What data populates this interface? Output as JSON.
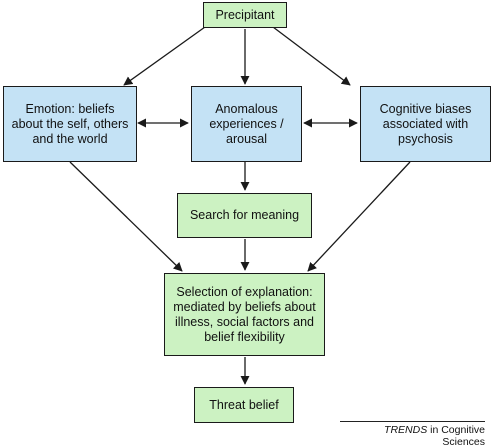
{
  "colors": {
    "green_box": "#ccf2c2",
    "blue_box": "#c4e2f5",
    "line": "#1a1a1a"
  },
  "nodes": {
    "precipitant": "Precipitant",
    "emotion": "Emotion: beliefs about the self, others and the world",
    "anomalous": "Anomalous experiences / arousal",
    "cognitive": "Cognitive biases associated with psychosis",
    "search": "Search for meaning",
    "selection": "Selection of explanation: mediated by beliefs about illness, social factors and belief flexibility",
    "threat": "Threat belief"
  },
  "footer": {
    "journal_prefix": "TRENDS",
    "journal_suffix": " in Cognitive Sciences"
  }
}
